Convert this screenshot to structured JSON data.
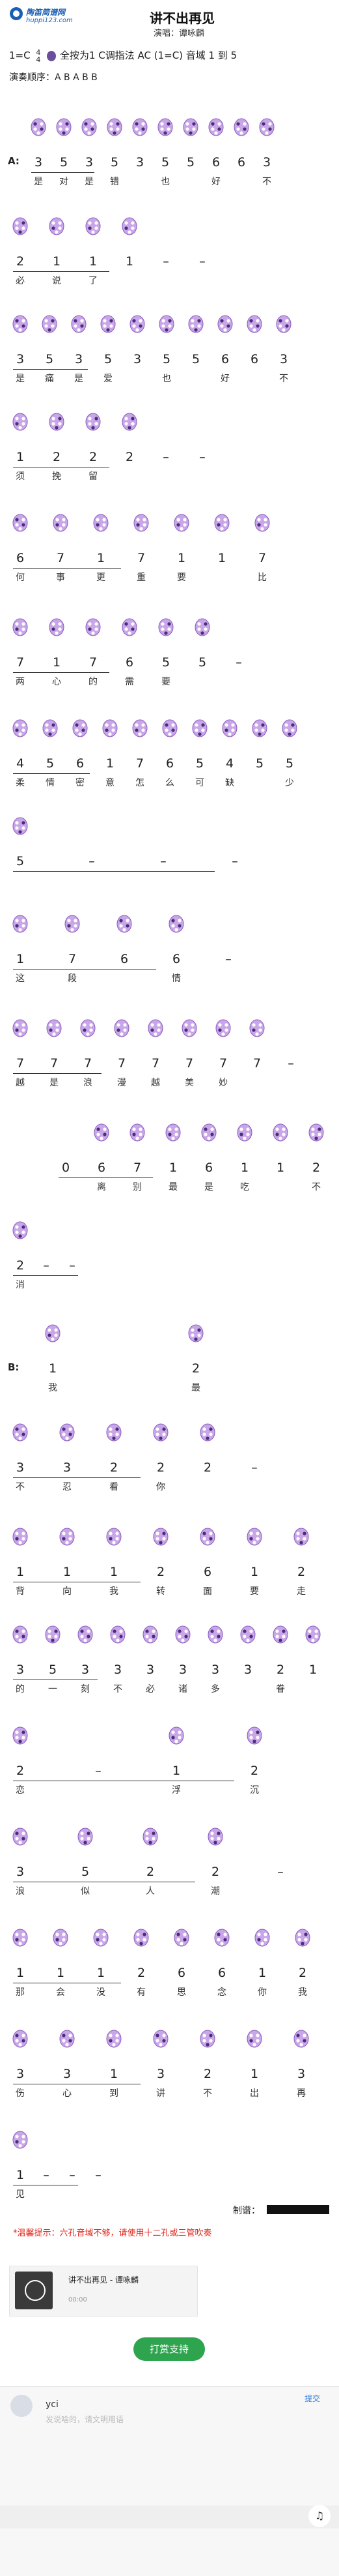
{
  "site": {
    "name": "陶笛简谱网",
    "url": "huppi123.com"
  },
  "song": {
    "title": "讲不出再见",
    "singer": "演唱：谭咏麟"
  },
  "meta": {
    "key": "1=C",
    "ts_top": "4",
    "ts_bottom": "4",
    "fingering": "全按为1 C调指法 AC (1=C) 音域 1 到 5",
    "order": "演奏顺序：A B A B B"
  },
  "sections": {
    "a": "A:",
    "b": "B:"
  },
  "footer": {
    "author_label": "制谱：",
    "tip": "*温馨提示：六孔音域不够，请使用十二孔或三管吹奏",
    "player_title": "讲不出再见 - 谭咏麟",
    "player_time": "00:00",
    "donate": "打赏支持",
    "user": "yci",
    "submit": "提交",
    "placeholder": "发说啥的，请文明用语"
  },
  "rows": [
    {
      "notes": [
        "3",
        "5",
        "3",
        "5",
        "3",
        "5",
        "5",
        "6",
        "6",
        "3"
      ],
      "lyrics": [
        "是",
        "对",
        "是",
        "错",
        "",
        "也",
        "",
        "好",
        "",
        "不"
      ]
    },
    {
      "notes": [
        "2",
        "1",
        "1",
        "1",
        "–",
        "–"
      ],
      "lyrics": [
        "必",
        "说",
        "了",
        "",
        "",
        ""
      ]
    },
    {
      "notes": [
        "3",
        "5",
        "3",
        "5",
        "3",
        "5",
        "5",
        "6",
        "6",
        "3"
      ],
      "lyrics": [
        "是",
        "痛",
        "是",
        "爱",
        "",
        "也",
        "",
        "好",
        "",
        "不"
      ]
    },
    {
      "notes": [
        "1",
        "2",
        "2",
        "2",
        "–",
        "–"
      ],
      "lyrics": [
        "须",
        "挽",
        "留",
        "",
        "",
        ""
      ]
    },
    {
      "notes": [
        "6",
        "7",
        "1",
        "7",
        "1",
        "1",
        "7"
      ],
      "lyrics": [
        "何",
        "事",
        "更",
        "重",
        "要",
        "",
        "比"
      ]
    },
    {
      "notes": [
        "7",
        "1",
        "7",
        "6",
        "5",
        "5",
        "–"
      ],
      "lyrics": [
        "两",
        "心",
        "的",
        "需",
        "要",
        "",
        ""
      ]
    },
    {
      "notes": [
        "4",
        "5",
        "6",
        "1",
        "7",
        "6",
        "5",
        "4",
        "5",
        "5"
      ],
      "lyrics": [
        "柔",
        "情",
        "密",
        "意",
        "怎",
        "么",
        "可",
        "缺",
        "",
        "少"
      ]
    },
    {
      "notes": [
        "5",
        "–",
        "–",
        "–"
      ],
      "lyrics": [
        "",
        "",
        "",
        ""
      ]
    },
    {
      "notes": [
        "1",
        "7",
        "6",
        "6",
        "–"
      ],
      "lyrics": [
        "这",
        "段",
        "",
        "情",
        ""
      ]
    },
    {
      "notes": [
        "7",
        "7",
        "7",
        "7",
        "7",
        "7",
        "7",
        "7",
        "–"
      ],
      "lyrics": [
        "越",
        "是",
        "浪",
        "漫",
        "越",
        "美",
        "妙",
        "",
        ""
      ]
    },
    {
      "notes": [
        "0",
        "6",
        "7",
        "1",
        "6",
        "1",
        "1",
        "2"
      ],
      "lyrics": [
        "",
        "离",
        "别",
        "最",
        "是",
        "吃",
        "",
        "不"
      ]
    },
    {
      "notes": [
        "2",
        "–",
        "–"
      ],
      "lyrics": [
        "消",
        "",
        ""
      ]
    },
    {
      "notes": [
        "1",
        "2"
      ],
      "lyrics": [
        "我",
        "最"
      ]
    },
    {
      "notes": [
        "3",
        "3",
        "2",
        "2",
        "2",
        "–"
      ],
      "lyrics": [
        "不",
        "忍",
        "看",
        "你",
        "",
        ""
      ]
    },
    {
      "notes": [
        "1",
        "1",
        "1",
        "2",
        "6",
        "1",
        "2"
      ],
      "lyrics": [
        "背",
        "向",
        "我",
        "转",
        "面",
        "要",
        "走"
      ]
    },
    {
      "notes": [
        "3",
        "5",
        "3",
        "3",
        "3",
        "3",
        "3",
        "3",
        "2",
        "1"
      ],
      "lyrics": [
        "的",
        "一",
        "刻",
        "不",
        "必",
        "诸",
        "多",
        "",
        "眷",
        ""
      ]
    },
    {
      "notes": [
        "2",
        "–",
        "1",
        "2"
      ],
      "lyrics": [
        "恋",
        "",
        "浮",
        "沉"
      ]
    },
    {
      "notes": [
        "3",
        "5",
        "2",
        "2",
        "–"
      ],
      "lyrics": [
        "浪",
        "似",
        "人",
        "潮",
        ""
      ]
    },
    {
      "notes": [
        "1",
        "1",
        "1",
        "2",
        "6",
        "6",
        "1",
        "2"
      ],
      "lyrics": [
        "那",
        "会",
        "没",
        "有",
        "思",
        "念",
        "你",
        "我"
      ]
    },
    {
      "notes": [
        "3",
        "3",
        "1",
        "3",
        "2",
        "1",
        "3"
      ],
      "lyrics": [
        "伤",
        "心",
        "到",
        "讲",
        "不",
        "出",
        "再"
      ]
    },
    {
      "notes": [
        "1",
        "–",
        "–",
        "–"
      ],
      "lyrics": [
        "见",
        "",
        "",
        ""
      ]
    }
  ]
}
